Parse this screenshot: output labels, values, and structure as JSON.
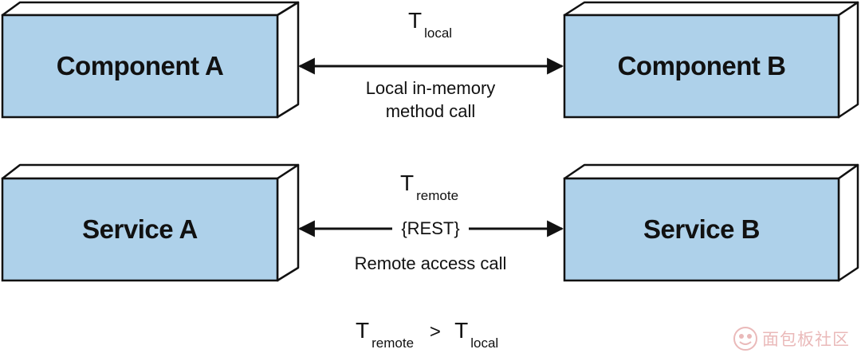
{
  "colors": {
    "box_fill": "#aed1ea",
    "box_top": "#ffffff",
    "box_side": "#ffffff",
    "outline": "#111111",
    "watermark": "#c43a3a"
  },
  "boxes": {
    "component_a": "Component A",
    "component_b": "Component B",
    "service_a": "Service A",
    "service_b": "Service B"
  },
  "top_link": {
    "t_symbol": "T",
    "t_subscript": "local",
    "caption_line1": "Local in-memory",
    "caption_line2": "method call"
  },
  "bottom_link": {
    "t_symbol": "T",
    "t_subscript": "remote",
    "protocol": "{REST}",
    "caption": "Remote access call"
  },
  "inequality": {
    "left_symbol": "T",
    "left_subscript": "remote",
    "operator": ">",
    "right_symbol": "T",
    "right_subscript": "local"
  },
  "watermark": {
    "text": "面包板社区",
    "icon": "logo-icon"
  }
}
